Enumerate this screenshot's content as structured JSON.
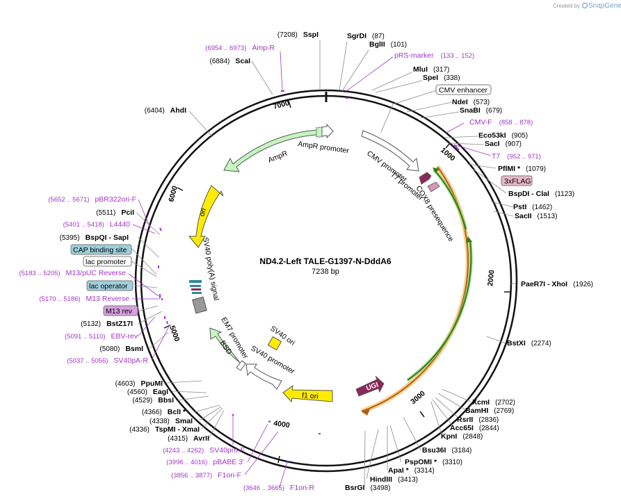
{
  "credit": {
    "created_by": "Created by",
    "app": "SnapGene"
  },
  "plasmid": {
    "name": "ND4.2-Left TALE-G1397-N-DddA6",
    "length": "7238 bp"
  },
  "ticks": [
    "1000",
    "2000",
    "3000",
    "4000",
    "5000",
    "6000",
    "7000"
  ],
  "enzymes": [
    {
      "name": "SspI",
      "pos": "(7208)"
    },
    {
      "name": "SgrDI",
      "pos": "(87)"
    },
    {
      "name": "BglII",
      "pos": "(101)"
    },
    {
      "name": "MluI",
      "pos": "(317)"
    },
    {
      "name": "SpeI",
      "pos": "(338)"
    },
    {
      "name": "NdeI",
      "pos": "(573)"
    },
    {
      "name": "SnaBI",
      "pos": "(679)"
    },
    {
      "name": "Eco53kI",
      "pos": "(905)"
    },
    {
      "name": "SacI",
      "pos": "(907)"
    },
    {
      "name": "PflMI *",
      "pos": "(1079)"
    },
    {
      "name": "BspDI  - ClaI",
      "pos": "(1123)"
    },
    {
      "name": "PstI",
      "pos": "(1462)"
    },
    {
      "name": "SacII",
      "pos": "(1513)"
    },
    {
      "name": "PaeR7I  - XhoI",
      "pos": "(1926)"
    },
    {
      "name": "BstXI",
      "pos": "(2274)"
    },
    {
      "name": "XcmI",
      "pos": "(2702)"
    },
    {
      "name": "BamHI",
      "pos": "(2769)"
    },
    {
      "name": "RsrII",
      "pos": "(2836)"
    },
    {
      "name": "Acc65I",
      "pos": "(2844)"
    },
    {
      "name": "KpnI",
      "pos": "(2848)"
    },
    {
      "name": "Bsu36I",
      "pos": "(3184)"
    },
    {
      "name": "PspOMI *",
      "pos": "(3310)"
    },
    {
      "name": "ApaI *",
      "pos": "(3314)"
    },
    {
      "name": "HindIII",
      "pos": "(3413)"
    },
    {
      "name": "BsrGI",
      "pos": "(3498)"
    },
    {
      "name": "AvrII",
      "pos": "(4315)"
    },
    {
      "name": "TspMI  - XmaI",
      "pos": "(4336)"
    },
    {
      "name": "SmaI",
      "pos": "(4338)"
    },
    {
      "name": "BclI *",
      "pos": "(4366)"
    },
    {
      "name": "BbsI",
      "pos": "(4529)"
    },
    {
      "name": "EagI",
      "pos": "(4560)"
    },
    {
      "name": "PpuMI",
      "pos": "(4603)"
    },
    {
      "name": "BsmI",
      "pos": "(5080)"
    },
    {
      "name": "BstZ17I",
      "pos": "(5132)"
    },
    {
      "name": "BspQI  - SapI",
      "pos": "(5395)"
    },
    {
      "name": "PciI",
      "pos": "(5511)"
    },
    {
      "name": "AhdI",
      "pos": "(6404)"
    },
    {
      "name": "ScaI",
      "pos": "(6884)"
    }
  ],
  "primers": [
    {
      "name": "Amp-R",
      "pos": "(6954 .. 6973)"
    },
    {
      "name": "pRS-marker",
      "pos": "(133 .. 152)"
    },
    {
      "name": "CMV-F",
      "pos": "(858 .. 878)"
    },
    {
      "name": "T7",
      "pos": "(952 .. 971)"
    },
    {
      "name": "pBR322ori-F",
      "pos": "(5652 .. 5671)"
    },
    {
      "name": "L4440",
      "pos": "(5401 .. 5418)"
    },
    {
      "name": "M13/pUC Reverse",
      "pos": "(5183 .. 5205)"
    },
    {
      "name": "M13 Reverse",
      "pos": "(5170 .. 5186)"
    },
    {
      "name": "EBV-rev",
      "pos": "(5091 .. 5110)"
    },
    {
      "name": "SV40pA-R",
      "pos": "(5037 .. 5056)"
    },
    {
      "name": "SV40pro-F",
      "pos": "(4243 .. 4262)"
    },
    {
      "name": "pBABE 3'",
      "pos": "(3996 .. 4016)"
    },
    {
      "name": "F1ori-F",
      "pos": "(3856 .. 3877)"
    },
    {
      "name": "F1ori-R",
      "pos": "(3646 .. 3665)"
    }
  ],
  "boxed_features": [
    {
      "name": "CMV enhancer"
    },
    {
      "name": "3xFLAG"
    },
    {
      "name": "CAP binding site"
    },
    {
      "name": "lac promoter"
    },
    {
      "name": "lac operator"
    },
    {
      "name": "M13 rev"
    }
  ],
  "features": [
    {
      "name": "AmpR"
    },
    {
      "name": "AmpR promoter"
    },
    {
      "name": "CMV promoter"
    },
    {
      "name": "T7 promoter"
    },
    {
      "name": "COX8 presequence"
    },
    {
      "name": "ori"
    },
    {
      "name": "SV40 poly(A) signal"
    },
    {
      "name": "EM7 promoter"
    },
    {
      "name": "BSD"
    },
    {
      "name": "SV40 promoter"
    },
    {
      "name": "SV40 ori"
    },
    {
      "name": "f1 ori"
    },
    {
      "name": "UGI"
    }
  ],
  "colors": {
    "primer": "#a035c8",
    "ampr": "#c6f5c0",
    "ori": "#ffeb00",
    "flag": "#e8b8c8",
    "ugi": "#8a2a5a",
    "lacop": "#9fd0dc",
    "m13": "#d8a0e0",
    "tale": "#f7b24a",
    "taleline": "#2e7d1a"
  }
}
